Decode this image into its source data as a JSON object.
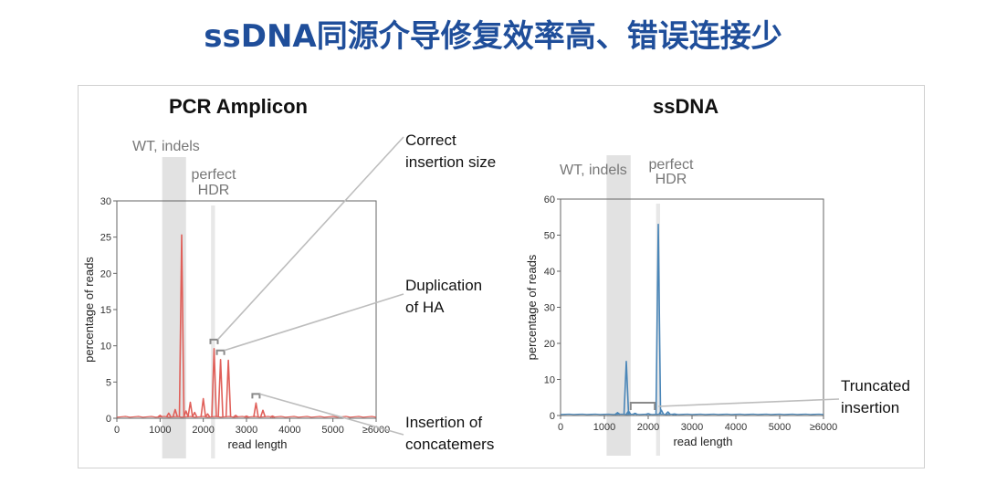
{
  "slide": {
    "title": "ssDNA同源介导修复效率高、错误连接少"
  },
  "chart_data": [
    {
      "type": "line",
      "title": "PCR Amplicon",
      "xlabel": "read length",
      "ylabel": "percentage of reads",
      "xlim": [
        0,
        6000
      ],
      "ylim": [
        0,
        30
      ],
      "xticks": [
        "0",
        "1000",
        "2000",
        "3000",
        "4000",
        "5000",
        "≥6000"
      ],
      "yticks": [
        "0",
        "5",
        "10",
        "15",
        "20",
        "25",
        "30"
      ],
      "color": "#e0605a",
      "grid": false,
      "regions": [
        {
          "label": "WT, indels",
          "x_range": [
            1050,
            1600
          ]
        },
        {
          "label_line1": "perfect",
          "label_line2": "HDR",
          "x_range": [
            2180,
            2270
          ]
        }
      ],
      "peaks": [
        {
          "x": 1000,
          "y": 0.4
        },
        {
          "x": 1200,
          "y": 0.7
        },
        {
          "x": 1350,
          "y": 1.2
        },
        {
          "x": 1500,
          "y": 25.3
        },
        {
          "x": 1600,
          "y": 1.0
        },
        {
          "x": 1700,
          "y": 2.2
        },
        {
          "x": 1800,
          "y": 0.8
        },
        {
          "x": 2000,
          "y": 2.7
        },
        {
          "x": 2100,
          "y": 0.6
        },
        {
          "x": 2250,
          "y": 9.6
        },
        {
          "x": 2400,
          "y": 8.1
        },
        {
          "x": 2580,
          "y": 8.0
        },
        {
          "x": 2750,
          "y": 0.4
        },
        {
          "x": 3000,
          "y": 0.3
        },
        {
          "x": 3220,
          "y": 2.1
        },
        {
          "x": 3380,
          "y": 1.1
        },
        {
          "x": 3600,
          "y": 0.3
        }
      ],
      "baseline": 0.15,
      "annotations": [
        "Correct insertion size",
        "Duplication of HA",
        "Insertion of concatemers"
      ]
    },
    {
      "type": "line",
      "title": "ssDNA",
      "xlabel": "read length",
      "ylabel": "percentage of reads",
      "xlim": [
        0,
        6000
      ],
      "ylim": [
        0,
        60
      ],
      "xticks": [
        "0",
        "1000",
        "2000",
        "3000",
        "4000",
        "5000",
        "≥6000"
      ],
      "yticks": [
        "0",
        "10",
        "20",
        "30",
        "40",
        "50",
        "60"
      ],
      "color": "#4a86b8",
      "grid": false,
      "regions": [
        {
          "label": "WT, indels",
          "x_range": [
            1050,
            1600
          ]
        },
        {
          "label_line1": "perfect",
          "label_line2": "HDR",
          "x_range": [
            2180,
            2270
          ]
        }
      ],
      "peaks": [
        {
          "x": 1300,
          "y": 0.8
        },
        {
          "x": 1500,
          "y": 15.0
        },
        {
          "x": 1550,
          "y": 1.2
        },
        {
          "x": 1700,
          "y": 0.6
        },
        {
          "x": 2000,
          "y": 0.5
        },
        {
          "x": 2230,
          "y": 53.0
        },
        {
          "x": 2300,
          "y": 1.5
        },
        {
          "x": 2450,
          "y": 1.0
        },
        {
          "x": 2600,
          "y": 0.4
        }
      ],
      "baseline": 0.3,
      "annotations": [
        "Truncated insertion"
      ]
    }
  ],
  "labels": {
    "pcr_title": "PCR Amplicon",
    "ss_title": "ssDNA",
    "ann_correct_1": "Correct",
    "ann_correct_2": "insertion size",
    "ann_dup_1": "Duplication",
    "ann_dup_2": "of HA",
    "ann_concat_1": "Insertion of",
    "ann_concat_2": "concatemers",
    "ann_trunc_1": "Truncated",
    "ann_trunc_2": "insertion"
  }
}
